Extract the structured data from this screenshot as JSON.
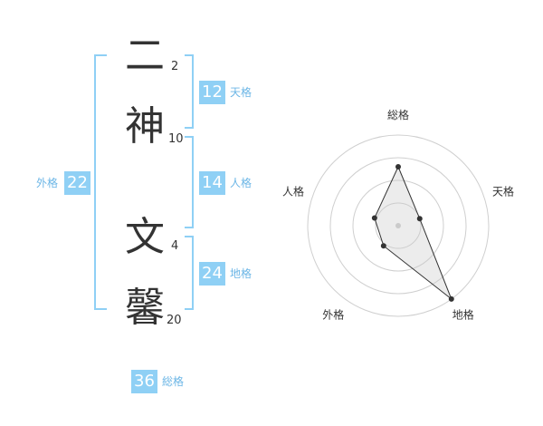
{
  "name": {
    "chars": [
      {
        "char": "二",
        "strokes": "2"
      },
      {
        "char": "神",
        "strokes": "10"
      },
      {
        "char": "文",
        "strokes": "4"
      },
      {
        "char": "馨",
        "strokes": "20"
      }
    ]
  },
  "kaku": {
    "tenkaku": {
      "value": "12",
      "label": "天格"
    },
    "jinkaku": {
      "value": "14",
      "label": "人格"
    },
    "chikaku": {
      "value": "24",
      "label": "地格"
    },
    "gaikaku": {
      "value": "22",
      "label": "外格"
    },
    "soukaku": {
      "value": "36",
      "label": "総格"
    }
  },
  "chart_data": {
    "type": "radar",
    "axes": [
      "総格",
      "天格",
      "地格",
      "外格",
      "人格"
    ],
    "rings": 4,
    "values": [
      2.6,
      1.0,
      4.0,
      1.1,
      1.1
    ],
    "max": 4
  }
}
